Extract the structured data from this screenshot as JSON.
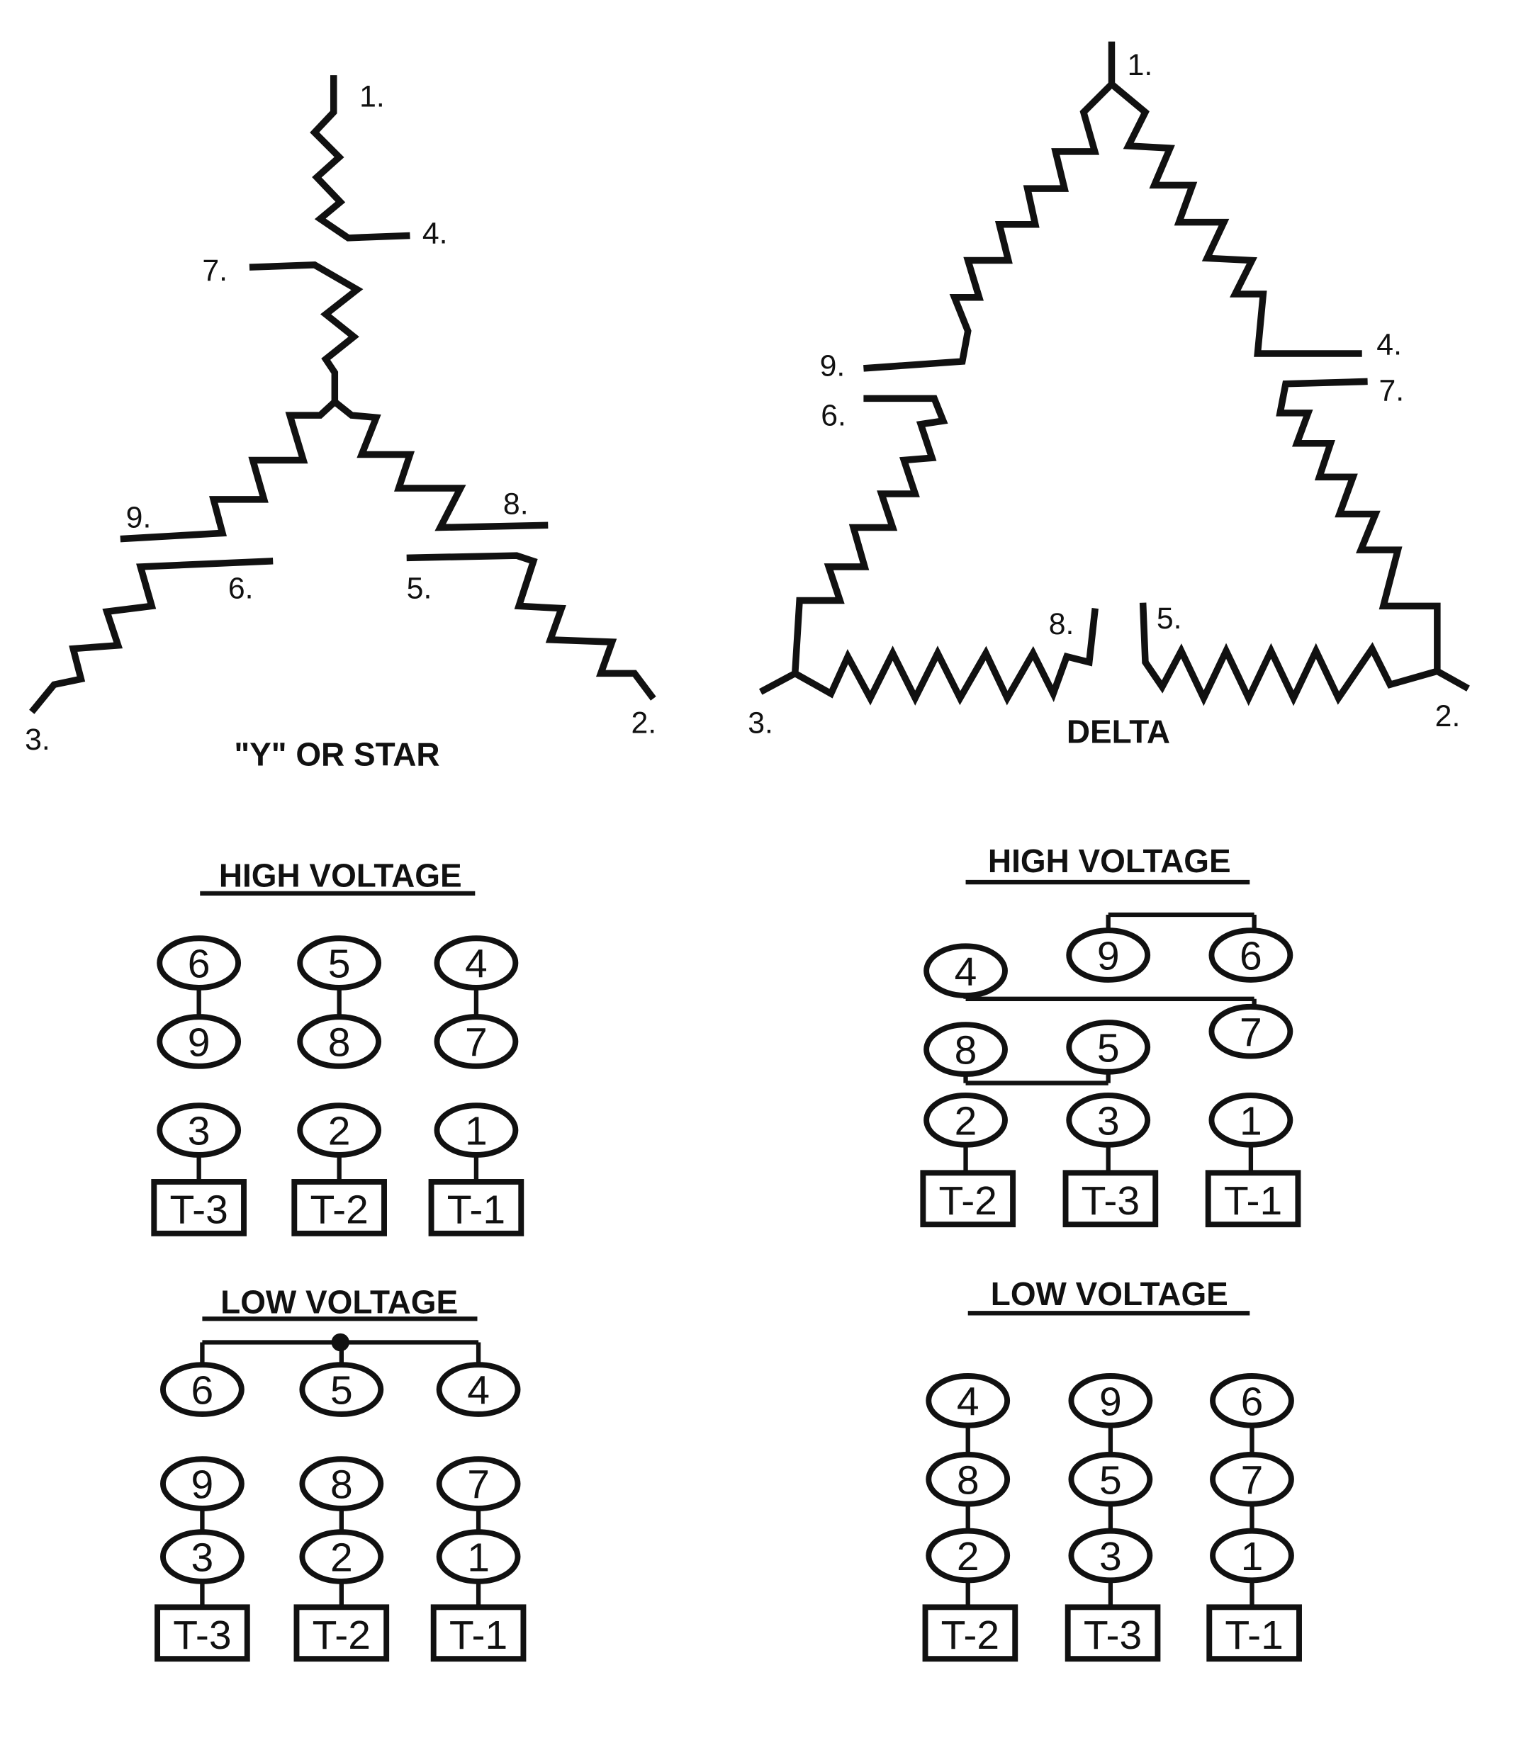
{
  "star": {
    "title": "\"Y\" OR STAR",
    "leads": {
      "1": "1.",
      "2": "2.",
      "3": "3.",
      "4": "4.",
      "5": "5.",
      "6": "6.",
      "7": "7.",
      "8": "8.",
      "9": "9."
    },
    "high_voltage": {
      "title": "HIGH VOLTAGE",
      "pairs": [
        [
          "6",
          "9"
        ],
        [
          "5",
          "8"
        ],
        [
          "4",
          "7"
        ]
      ],
      "line_leads": [
        "3",
        "2",
        "1"
      ],
      "terminals": [
        "T-3",
        "T-2",
        "T-1"
      ]
    },
    "low_voltage": {
      "title": "LOW VOLTAGE",
      "bus": [
        "6",
        "5",
        "4"
      ],
      "pairs": [
        [
          "9",
          "3"
        ],
        [
          "8",
          "2"
        ],
        [
          "7",
          "1"
        ]
      ],
      "terminals": [
        "T-3",
        "T-2",
        "T-1"
      ]
    }
  },
  "delta": {
    "title": "DELTA",
    "leads": {
      "1": "1.",
      "2": "2.",
      "3": "3.",
      "4": "4.",
      "5": "5.",
      "6": "6.",
      "7": "7.",
      "8": "8.",
      "9": "9."
    },
    "high_voltage": {
      "title": "HIGH VOLTAGE",
      "row1": [
        "4",
        "9",
        "6"
      ],
      "row2": [
        "8",
        "5",
        "7"
      ],
      "line_leads": [
        "2",
        "3",
        "1"
      ],
      "terminals": [
        "T-2",
        "T-3",
        "T-1"
      ]
    },
    "low_voltage": {
      "title": "LOW VOLTAGE",
      "columns": [
        [
          "4",
          "8",
          "2"
        ],
        [
          "9",
          "5",
          "3"
        ],
        [
          "6",
          "7",
          "1"
        ]
      ],
      "terminals": [
        "T-2",
        "T-3",
        "T-1"
      ]
    }
  }
}
